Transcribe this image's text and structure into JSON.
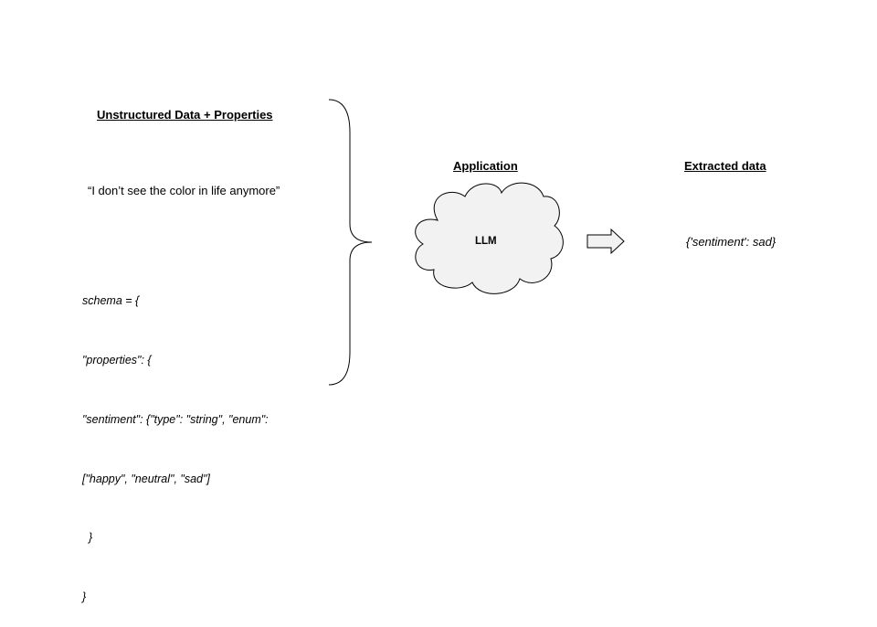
{
  "input": {
    "heading": "Unstructured Data + Properties",
    "quote": "“I don’t see the color in life anymore”",
    "schema_lines": [
      "schema = {",
      "\"properties\": {",
      "\"sentiment\": {\"type\": \"string\", \"enum\":",
      "[\"happy\", \"neutral\", \"sad\"]",
      "  }",
      "}"
    ]
  },
  "application": {
    "heading": "Application",
    "model_label": "LLM",
    "cloud_fill": "#f2f2f2",
    "cloud_stroke": "#000000"
  },
  "output": {
    "heading": "Extracted data",
    "result": "{'sentiment': sad}"
  },
  "icons": {
    "brace": "right-curly-brace-icon",
    "arrow": "right-block-arrow-icon",
    "cloud": "cloud-icon"
  }
}
